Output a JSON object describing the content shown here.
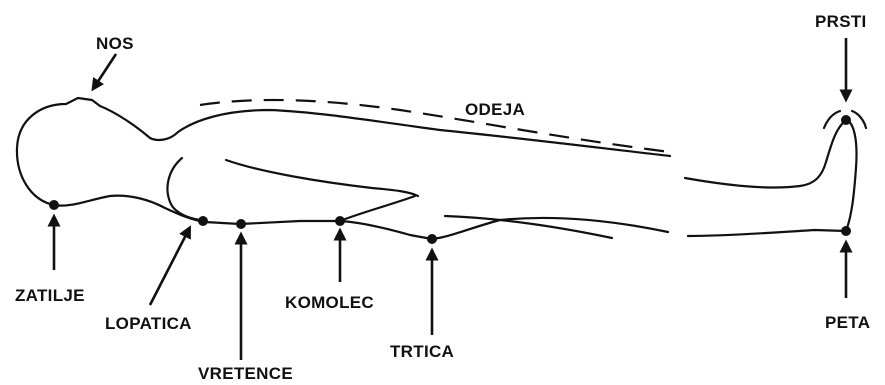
{
  "labels": {
    "nos": "NOS",
    "prsti": "PRSTI",
    "odeja": "ODEJA",
    "zatilje": "ZATILJE",
    "lopatica": "LOPATICA",
    "vretence": "VRETENCE",
    "komolec": "KOMOLEC",
    "trtica": "TRTICA",
    "peta": "PETA"
  },
  "colors": {
    "stroke": "#111111",
    "background": "#ffffff"
  }
}
